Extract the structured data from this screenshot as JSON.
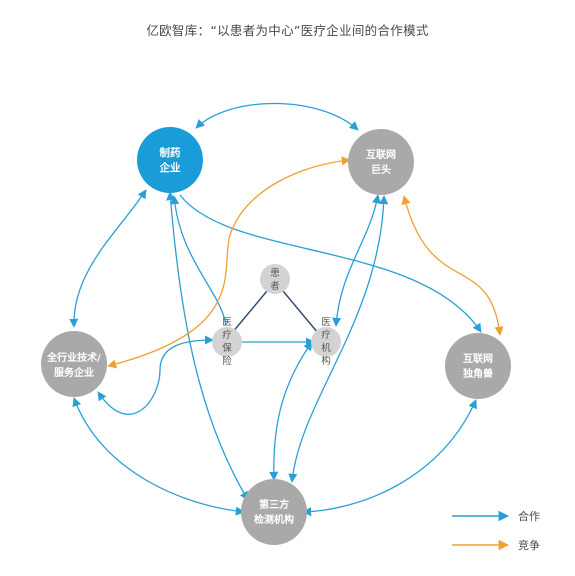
{
  "title": "亿欧智库：“以患者为中心”医疗企业间的合作模式",
  "nodes": {
    "pharma": {
      "line1": "制药",
      "line2": "企业",
      "color": "#1a9cd8"
    },
    "internet_giant": {
      "line1": "互联网",
      "line2": "巨头",
      "color": "#a9a9a9"
    },
    "tech_service": {
      "line1": "全行业技术/",
      "line2": "服务企业",
      "color": "#a9a9a9"
    },
    "internet_unicorn": {
      "line1": "互联网",
      "line2": "独角兽",
      "color": "#a9a9a9"
    },
    "third_party_lab": {
      "line1": "第三方",
      "line2": "检测机构",
      "color": "#a9a9a9"
    },
    "patient": {
      "chars": [
        "患",
        "者"
      ],
      "color": "#d3d3d3"
    },
    "medical_insurance": {
      "chars": [
        "医",
        "疗",
        "保",
        "险"
      ],
      "color": "#d3d3d3"
    },
    "medical_institution": {
      "chars": [
        "医",
        "疗",
        "机",
        "构"
      ],
      "color": "#d3d3d3"
    }
  },
  "legend": {
    "cooperation": {
      "label": "合作",
      "color": "#2a9fd6"
    },
    "competition": {
      "label": "竞争",
      "color": "#f0a030"
    }
  }
}
